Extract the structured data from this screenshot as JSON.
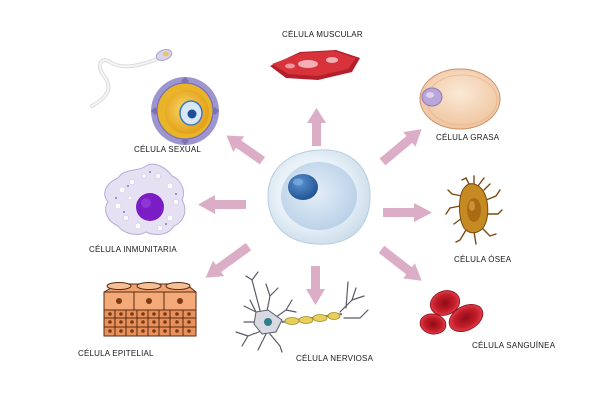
{
  "labels": {
    "muscle": "CÉLULA MUSCULAR",
    "fat": "CÉLULA GRASA",
    "sex": "CÉLULA SEXUAL",
    "immune": "CÉLULA INMUNITARIA",
    "bone": "CÉLULA ÓSEA",
    "epithelial": "CÉLULA EPITELIAL",
    "nerve": "CÉLULA NERVIOSA",
    "blood": "CÉLULA SANGUÍNEA"
  },
  "colors": {
    "arrow": "#dcadc7",
    "stem_membrane": "#c9dbe9",
    "stem_nucleus": "#2f69ad",
    "muscle": "#d02b34",
    "fat": "#f5d7b8",
    "sex_outer": "#8a83c4",
    "sex_yolk": "#f0b51c",
    "immune": "#e4def2",
    "immune_nucleus": "#7a1dc4",
    "bone": "#c58a22",
    "epithelial": "#f1a575",
    "nerve": "#e9d35c",
    "blood": "#c51c2a"
  }
}
